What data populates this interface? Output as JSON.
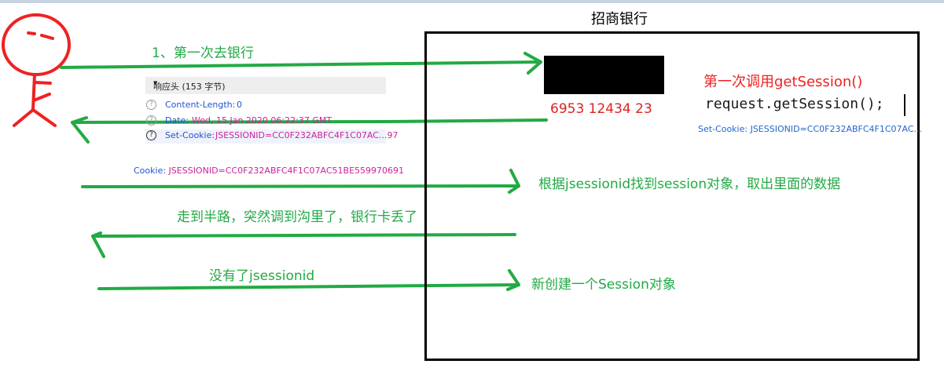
{
  "bank": {
    "title": "招商银行",
    "card_number": "6953 12434 23"
  },
  "steps": {
    "first_visit": "1、第一次去银行",
    "find_session": "根据jsessionid找到session对象，取出里面的数据",
    "lost_card": "走到半路，突然调到沟里了，银行卡丢了",
    "no_jsessionid": "没有了jsessionid",
    "new_session": "新创建一个Session对象"
  },
  "server_note": {
    "first_call": "第一次调用getSession()",
    "code": "request.getSession();",
    "set_cookie": "Set-Cookie: JSESSIONID=CC0F232ABFC4F1C07AC..."
  },
  "response_panel": {
    "header": "响应头 (153 字节)",
    "rows": [
      {
        "key": "Content-Length:",
        "value": "0"
      },
      {
        "key": "Date:",
        "value": "Wed, 15 Jan 2020 06:22:37 GMT"
      },
      {
        "key": "Set-Cookie:",
        "value": "JSESSIONID=CC0F232ABFC4F1C07AC...97"
      }
    ],
    "help_icon": "?"
  },
  "request_cookie": {
    "key": "Cookie:",
    "value": "JSESSIONID=CC0F232ABFC4F1C07AC51BE559970691"
  },
  "icons": [
    "stick-figure-person-icon",
    "help-circle-icon"
  ],
  "colors": {
    "arrow": "#22aa44",
    "person": "#ee2222",
    "card_text": "#dd2222",
    "bank_border": "#000000"
  }
}
